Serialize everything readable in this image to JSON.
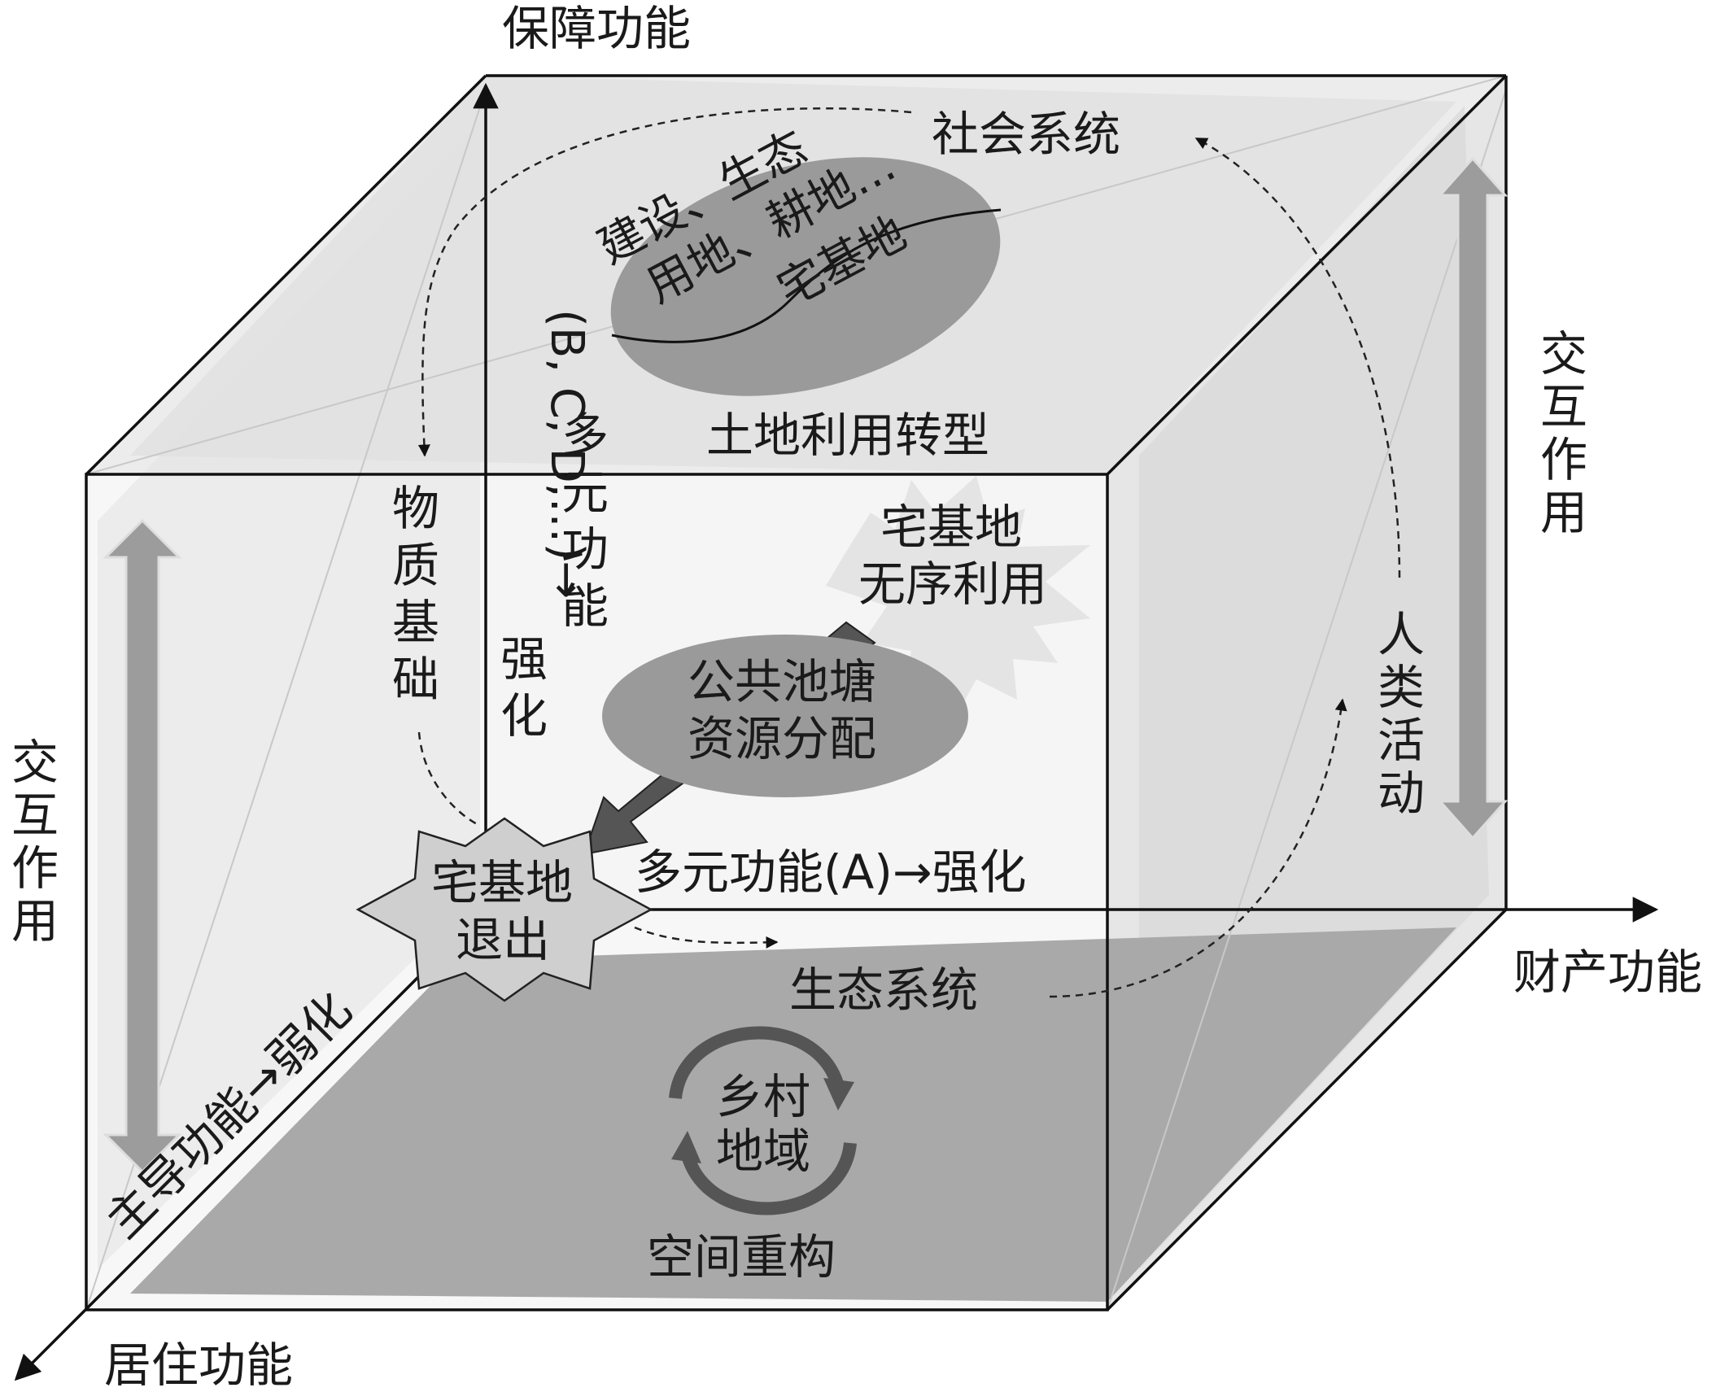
{
  "axes": {
    "top": "保障功能",
    "right": "财产功能",
    "bottom_left": "居住功能",
    "left_interaction": [
      "交",
      "互",
      "作",
      "用"
    ],
    "right_interaction": [
      "交",
      "互",
      "作",
      "用"
    ]
  },
  "systems": {
    "social": "社会系统",
    "ecological": "生态系统",
    "human_activity": [
      "人",
      "类",
      "活",
      "动"
    ],
    "material_basis": [
      "物",
      "质",
      "基",
      "础"
    ]
  },
  "top_ellipse": {
    "line1": "建设、生态",
    "line2": "用地、耕地…",
    "line3": "宅基地"
  },
  "land_use_transition": "土地利用转型",
  "disorder": {
    "line1": "宅基地",
    "line2": "无序利用"
  },
  "common_pool": {
    "line1": "公共池塘",
    "line2": "资源分配"
  },
  "exit": {
    "line1": "宅基地",
    "line2": "退出"
  },
  "multi_function_a": "多元功能(A)→强化",
  "multi_function_bcd": {
    "rotated": "(B, C, D,…)→",
    "vertical": [
      "多",
      "元",
      "功",
      "能"
    ],
    "strengthen": [
      "强",
      "化"
    ]
  },
  "dominant_function": "主导功能→弱化",
  "rural_region": {
    "line1": "乡村",
    "line2": "地域"
  },
  "spatial_restructuring": "空间重构",
  "colors": {
    "ellipse": "#9a9a9a",
    "floor": "#a9a9a9",
    "bar": "#9c9c9c",
    "arrow": "#555555",
    "star": "#cfcfcf"
  }
}
